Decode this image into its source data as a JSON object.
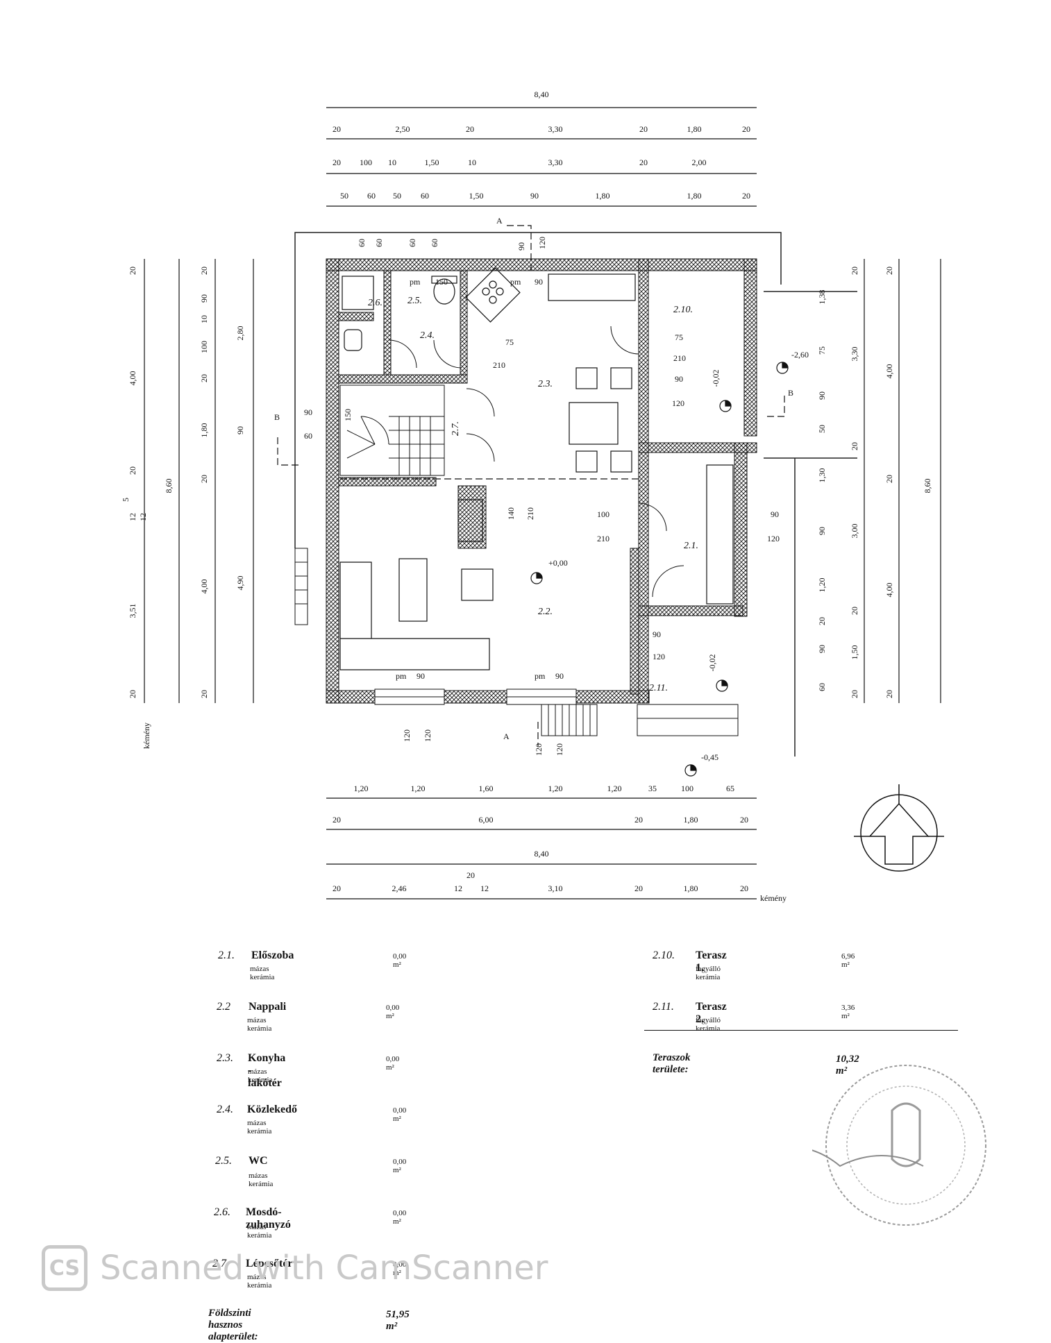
{
  "dimensions": {
    "top_total": "8,40",
    "top_row1": [
      "20",
      "2,50",
      "20",
      "3,30",
      "20",
      "1,80",
      "20"
    ],
    "top_row2": [
      "20",
      "100",
      "10",
      "1,50",
      "10",
      "3,30",
      "20",
      "2,00"
    ],
    "top_row3": [
      "50",
      "60",
      "50",
      "60",
      "1,50",
      "90",
      "1,80",
      "1,80",
      "20"
    ],
    "top_vertical": [
      "60",
      "60",
      "60",
      "60",
      "90",
      "120"
    ],
    "bottom_row1": [
      "1,20",
      "1,20",
      "1,60",
      "1,20",
      "1,20",
      "35",
      "100",
      "65"
    ],
    "bottom_row2": [
      "20",
      "6,00",
      "20",
      "1,80",
      "20"
    ],
    "bottom_total": "8,40",
    "bottom_row4": [
      "20",
      "2,46",
      "12",
      "20",
      "12",
      "3,10",
      "20",
      "1,80",
      "20"
    ],
    "left_outer": [
      "20",
      "4,00",
      "20",
      "5",
      "12",
      "12",
      "3,51",
      "20"
    ],
    "left_total": "8,60",
    "left_mid": [
      "20",
      "90",
      "10",
      "100",
      "20",
      "1,80",
      "20",
      "4,00",
      "20"
    ],
    "left_inner": [
      "2,80",
      "90",
      "4,90"
    ],
    "right_col1": [
      "1,38",
      "75",
      "90",
      "50",
      "1,30",
      "90",
      "1,20",
      "20",
      "90",
      "60"
    ],
    "right_col2": [
      "20",
      "3,30",
      "20",
      "3,00",
      "20",
      "1,50",
      "20"
    ],
    "right_col3": [
      "20",
      "4,00",
      "20",
      "4,00",
      "20"
    ],
    "right_total": "8,60",
    "door_labels": [
      "75",
      "210",
      "90",
      "120",
      "100",
      "210",
      "140",
      "210",
      "90",
      "120",
      "150"
    ]
  },
  "labels": {
    "section_a": "A",
    "section_b": "B",
    "chimney": "kémény",
    "pm": "pm",
    "levels": [
      "-2,60",
      "-0,02",
      "+0,00",
      "-0,02",
      "-0,45"
    ]
  },
  "rooms_on_plan": [
    "2.1.",
    "2.2.",
    "2.3.",
    "2.4.",
    "2.5.",
    "2.6.",
    "2.7.",
    "2.10.",
    "2.11."
  ],
  "schedule_left": [
    {
      "num": "2.1.",
      "name": "Előszoba",
      "material": "mázas kerámia",
      "area": "0,00 m²"
    },
    {
      "num": "2.2",
      "name": "Nappali",
      "material": "mázas kerámia",
      "area": "0,00 m²"
    },
    {
      "num": "2.3.",
      "name": "Konyha - lakótér",
      "material": "mázas kerámia",
      "area": "0,00 m²"
    },
    {
      "num": "2.4.",
      "name": "Közlekedő",
      "material": "mázas kerámia",
      "area": "0,00 m²"
    },
    {
      "num": "2.5.",
      "name": "WC",
      "material": "mázas kerámia",
      "area": "0,00 m²"
    },
    {
      "num": "2.6.",
      "name": "Mosdó-zuhanyzó",
      "material": "mázas kerámia",
      "area": "0,00 m²"
    },
    {
      "num": "2.7.",
      "name": "Lépcsőtér",
      "material": "mázas kerámia",
      "area": "0,00 m²"
    }
  ],
  "schedule_right": [
    {
      "num": "2.10.",
      "name": "Terasz 1.",
      "material": "fagyálló kerámia",
      "area": "6,96 m²"
    },
    {
      "num": "2.11.",
      "name": "Terasz 2.",
      "material": "fagyálló kerámia",
      "area": "3,36 m²"
    }
  ],
  "terrace_total": {
    "label": "Teraszok területe:",
    "value": "10,32 m²"
  },
  "ground_total": {
    "label": "Földszinti hasznos alapterület:",
    "value": "51,95 m²"
  },
  "watermark": {
    "logo": "CS",
    "text": "Scanned with CamScanner"
  },
  "colors": {
    "ink": "#111111",
    "hatch": "#222222",
    "watermark": "#c9c9c9"
  }
}
